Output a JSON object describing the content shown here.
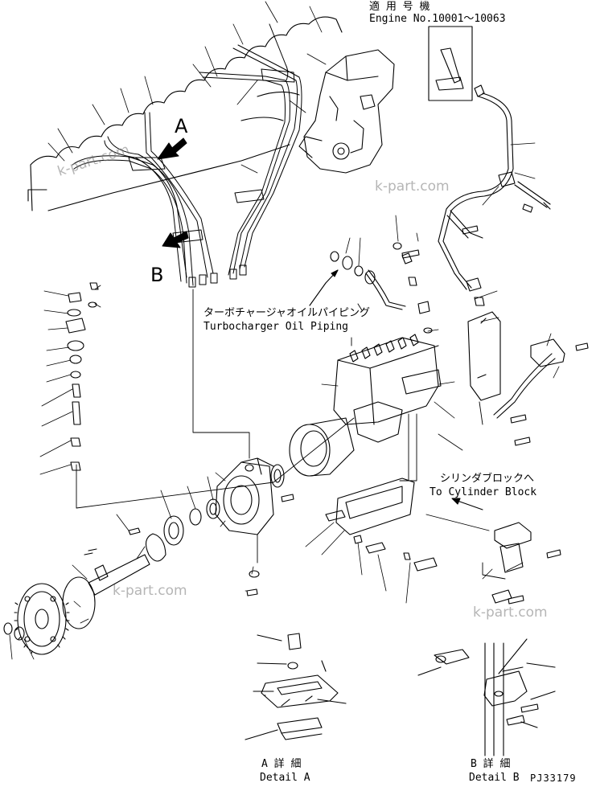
{
  "header": {
    "applicable_jp": "適 用 号 機",
    "engine_range": "Engine No.10001～10063"
  },
  "callouts": {
    "view_a": "A",
    "view_b": "B"
  },
  "turbo_label": {
    "jp": "ターボチャージャオイルパイピング",
    "en": "Turbocharger Oil Piping"
  },
  "cylinder_label": {
    "jp": "シリンダブロックへ",
    "en": "To Cylinder Block"
  },
  "details": {
    "a_jp": "A 詳 細",
    "a_en": "Detail A",
    "b_jp": "B 詳 細",
    "b_en": "Detail B"
  },
  "drawing_code": "PJ33179",
  "watermark": "k-part.com",
  "colors": {
    "line": "#000000",
    "watermark": "#7a7a7a"
  }
}
